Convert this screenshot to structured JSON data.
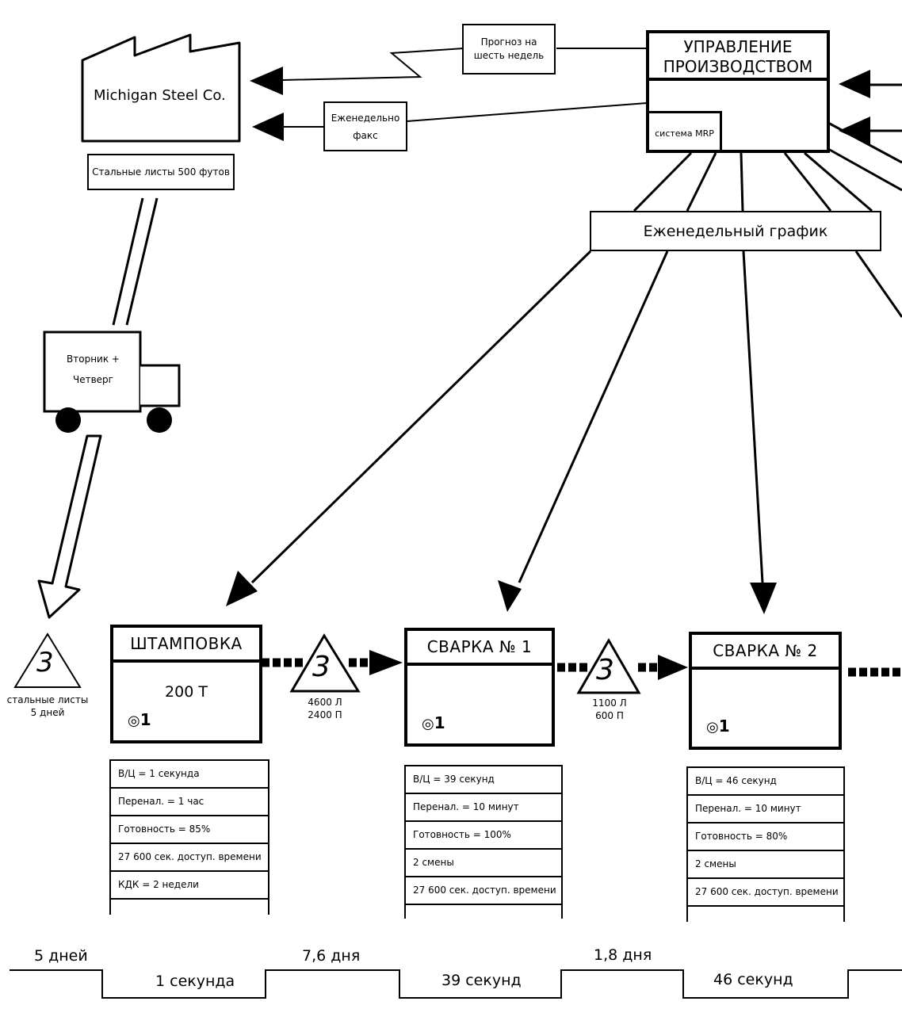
{
  "supplier": {
    "name": "Michigan Steel Co.",
    "delivery_note": "Стальные листы 500 футов"
  },
  "production_control": {
    "title_line1": "УПРАВЛЕНИЕ",
    "title_line2": "ПРОИЗВОДСТВОМ",
    "mrp": "система MRP"
  },
  "forecast_label": {
    "line1": "Прогноз на",
    "line2": "шесть недель"
  },
  "fax_label": {
    "line1": "Еженедельно",
    "line2": "факс"
  },
  "weekly_schedule": "Еженедельный график",
  "truck": {
    "line1": "Вторник +",
    "line2": "Четверг"
  },
  "inventory": [
    {
      "symbol": "3",
      "line1": "стальные листы",
      "line2": "5 дней"
    },
    {
      "symbol": "3",
      "line1": "4600 Л",
      "line2": "2400 П"
    },
    {
      "symbol": "3",
      "line1": "1100 Л",
      "line2": "600 П"
    }
  ],
  "processes": [
    {
      "name": "ШТАМПОВКА",
      "detail": "200 Т",
      "operators": "1",
      "data": [
        "В/Ц = 1 секунда",
        "Перенал. = 1 час",
        "Готовность = 85%",
        "27 600 сек. доступ. времени",
        "КДК = 2 недели"
      ]
    },
    {
      "name": "СВАРКА № 1",
      "detail": "",
      "operators": "1",
      "data": [
        "В/Ц = 39 секунд",
        "Перенал. = 10 минут",
        "Готовность = 100%",
        "2 смены",
        "27 600 сек. доступ. времени"
      ]
    },
    {
      "name": "СВАРКА № 2",
      "detail": "",
      "operators": "1",
      "data": [
        "В/Ц = 46 секунд",
        "Перенал. = 10 минут",
        "Готовность = 80%",
        "2 смены",
        "27 600 сек. доступ. времени"
      ]
    }
  ],
  "timeline": {
    "lead_times": [
      "5 дней",
      "7,6 дня",
      "1,8 дня"
    ],
    "process_times": [
      "1 секунда",
      "39 секунд",
      "46 секунд"
    ]
  }
}
